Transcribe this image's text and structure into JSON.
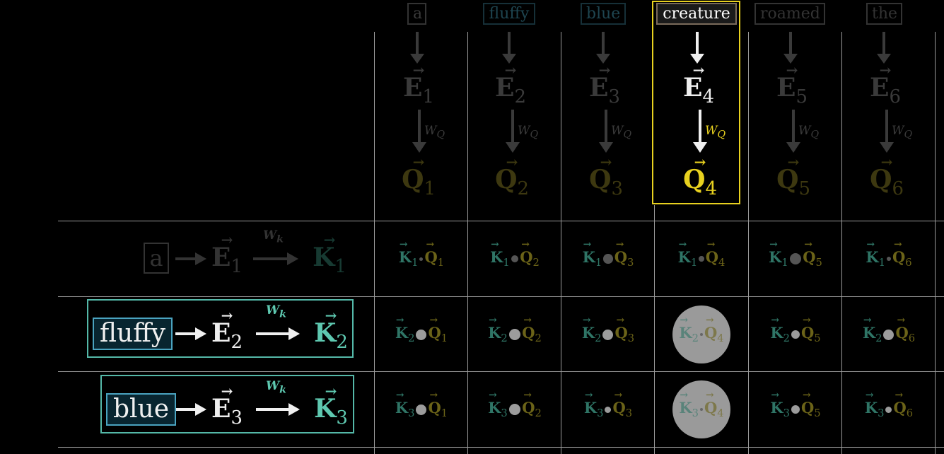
{
  "header_tokens": [
    {
      "text": "a",
      "index": "1"
    },
    {
      "text": "fluffy",
      "index": "2"
    },
    {
      "text": "blue",
      "index": "3"
    },
    {
      "text": "creature",
      "index": "4",
      "highlighted": true
    },
    {
      "text": "roamed",
      "index": "5"
    },
    {
      "text": "the",
      "index": "6"
    }
  ],
  "symbols": {
    "embedding": "E",
    "query": "Q",
    "key": "K",
    "query_matrix": "W",
    "query_matrix_sub": "Q",
    "key_matrix": "W",
    "key_matrix_sub": "k"
  },
  "rows": [
    {
      "token": "a",
      "index": "1",
      "dim": true,
      "dot_sizes": [
        0.12,
        0.35,
        0.45,
        0.25,
        0.55,
        0.2
      ]
    },
    {
      "token": "fluffy",
      "index": "2",
      "dim": false,
      "dot_sizes": [
        0.5,
        0.55,
        0.5,
        1.0,
        0.4,
        0.5
      ]
    },
    {
      "token": "blue",
      "index": "3",
      "dim": false,
      "dot_sizes": [
        0.5,
        0.55,
        0.3,
        1.0,
        0.4,
        0.3
      ]
    }
  ],
  "colors": {
    "embedding": "#e8e8e8",
    "query": "#e8d11f",
    "key": "#5ec8b0",
    "highlight_box": "#e8d11f",
    "row_box": "#54b8a8",
    "token_box": "#4aa3c0"
  }
}
